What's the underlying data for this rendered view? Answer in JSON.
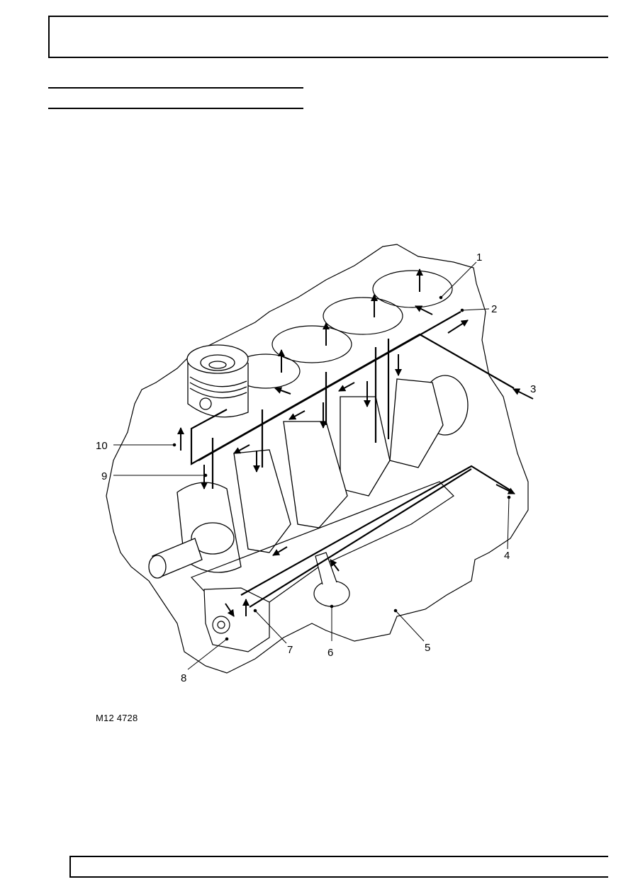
{
  "figure": {
    "code": "M12 4728",
    "callouts": [
      {
        "id": "1",
        "label": "1"
      },
      {
        "id": "2",
        "label": "2"
      },
      {
        "id": "3",
        "label": "3"
      },
      {
        "id": "4",
        "label": "4"
      },
      {
        "id": "5",
        "label": "5"
      },
      {
        "id": "6",
        "label": "6"
      },
      {
        "id": "7",
        "label": "7"
      },
      {
        "id": "8",
        "label": "8"
      },
      {
        "id": "9",
        "label": "9"
      },
      {
        "id": "10",
        "label": "10"
      }
    ]
  }
}
